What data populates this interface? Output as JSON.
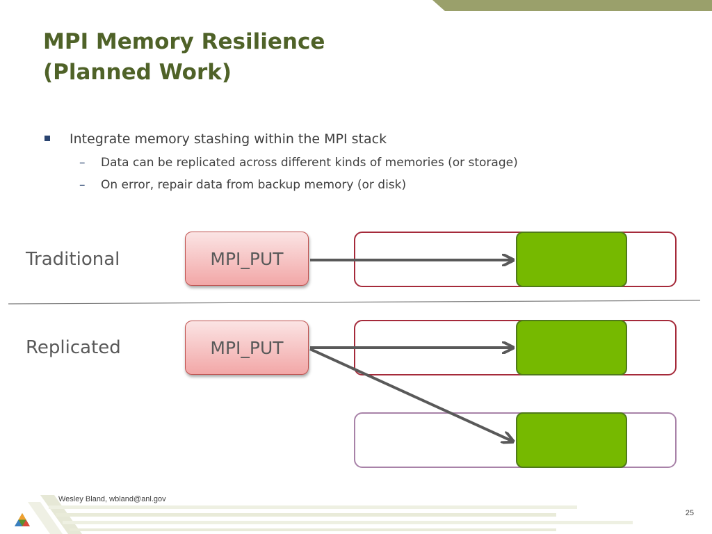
{
  "title": {
    "line1": "MPI Memory Resilience",
    "line2": "(Planned Work)"
  },
  "bullets": {
    "main": "Integrate memory stashing within the MPI stack",
    "sub": [
      "Data can be replicated across different kinds of memories (or storage)",
      "On error, repair data from backup memory (or disk)"
    ],
    "sub_marker": "–"
  },
  "diagram": {
    "traditional_label": "Traditional",
    "replicated_label": "Replicated",
    "op_label": "MPI_PUT"
  },
  "footer": {
    "author": "Wesley Bland, wbland@anl.gov",
    "page": "25"
  },
  "colors": {
    "title": "#4f6228",
    "accent_olive": "#9aa06b",
    "mpi_fill": "#f2a7a7",
    "mpi_border": "#c0504d",
    "memory_border_red": "#a52a3a",
    "memory_border_purple": "#a882a8",
    "data_block": "#76b900",
    "arrow": "#595959"
  }
}
